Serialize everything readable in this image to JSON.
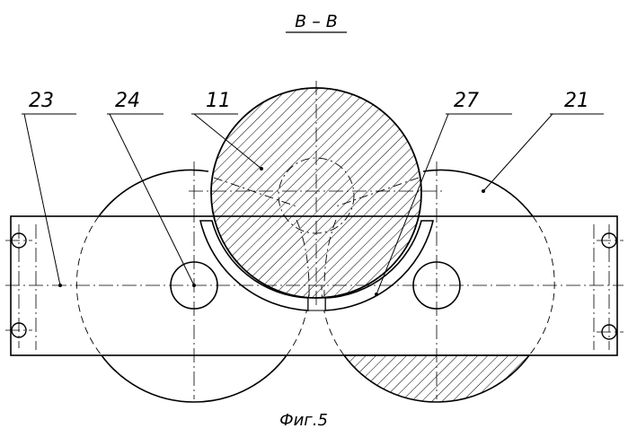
{
  "section_label": "B – B",
  "caption": "Фиг.5",
  "reference_numbers": {
    "n23": "23",
    "n24": "24",
    "n11": "11",
    "n27": "27",
    "n21": "21"
  }
}
